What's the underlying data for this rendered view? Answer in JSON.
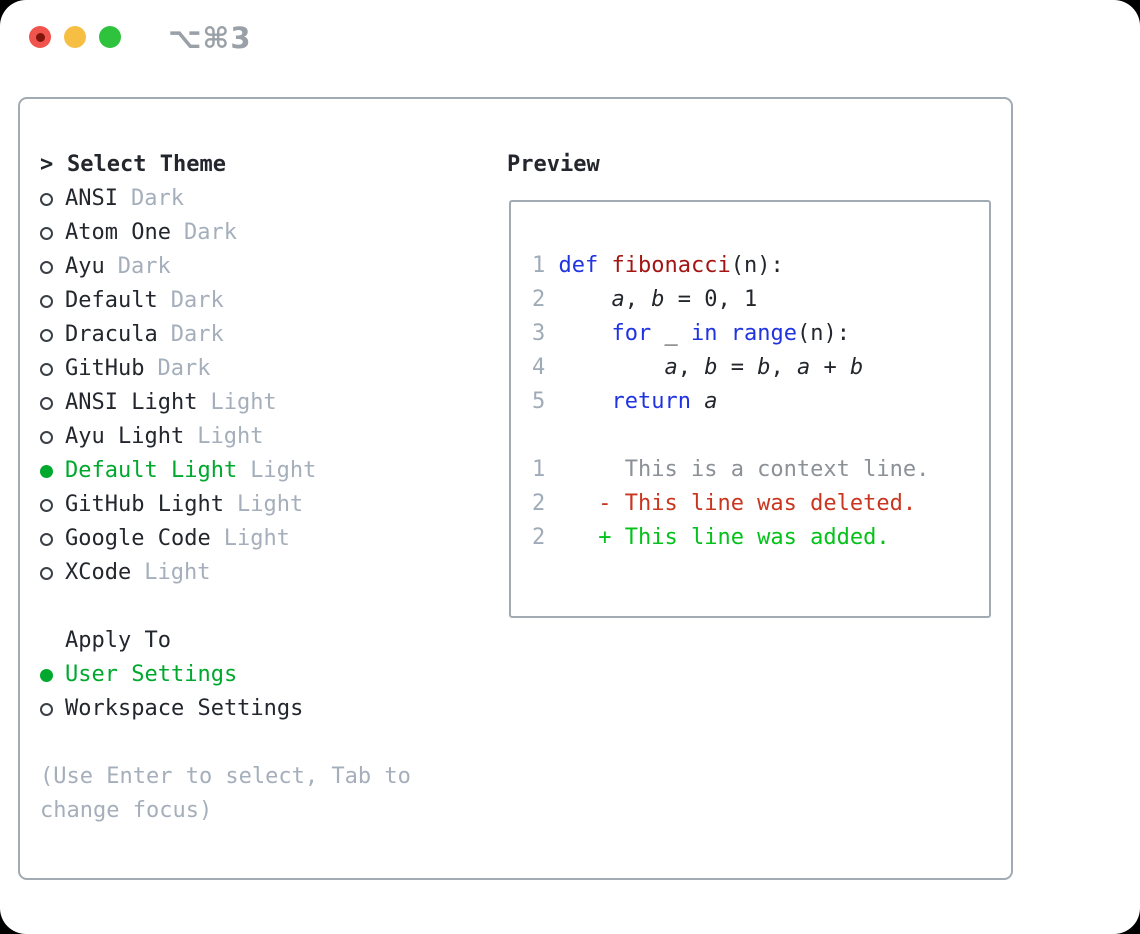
{
  "window": {
    "shortcut": "⌥⌘3"
  },
  "theme_picker": {
    "prompt": ">",
    "title": "Select Theme",
    "items": [
      {
        "label": "ANSI",
        "tag": "Dark",
        "selected": false
      },
      {
        "label": "Atom One",
        "tag": "Dark",
        "selected": false
      },
      {
        "label": "Ayu",
        "tag": "Dark",
        "selected": false
      },
      {
        "label": "Default",
        "tag": "Dark",
        "selected": false
      },
      {
        "label": "Dracula",
        "tag": "Dark",
        "selected": false
      },
      {
        "label": "GitHub",
        "tag": "Dark",
        "selected": false
      },
      {
        "label": "ANSI Light",
        "tag": "Light",
        "selected": false
      },
      {
        "label": "Ayu Light",
        "tag": "Light",
        "selected": false
      },
      {
        "label": "Default Light",
        "tag": "Light",
        "selected": true
      },
      {
        "label": "GitHub Light",
        "tag": "Light",
        "selected": false
      },
      {
        "label": "Google Code",
        "tag": "Light",
        "selected": false
      },
      {
        "label": "XCode",
        "tag": "Light",
        "selected": false
      }
    ]
  },
  "apply_to": {
    "title": "Apply To",
    "options": [
      {
        "label": "User Settings",
        "selected": true
      },
      {
        "label": "Workspace Settings",
        "selected": false
      }
    ]
  },
  "hint": "(Use Enter to select, Tab to change focus)",
  "preview": {
    "title": "Preview",
    "code_lines": [
      {
        "num": "1",
        "tokens": [
          {
            "t": "k",
            "s": "def"
          },
          {
            "t": "p",
            "s": " "
          },
          {
            "t": "f",
            "s": "fibonacci"
          },
          {
            "t": "p",
            "s": "(n):"
          }
        ]
      },
      {
        "num": "2",
        "tokens": [
          {
            "t": "p",
            "s": "    "
          },
          {
            "t": "v",
            "s": "a"
          },
          {
            "t": "p",
            "s": ", "
          },
          {
            "t": "v",
            "s": "b"
          },
          {
            "t": "p",
            "s": " = 0, 1"
          }
        ]
      },
      {
        "num": "3",
        "tokens": [
          {
            "t": "p",
            "s": "    "
          },
          {
            "t": "k",
            "s": "for"
          },
          {
            "t": "p",
            "s": " _ "
          },
          {
            "t": "k",
            "s": "in"
          },
          {
            "t": "p",
            "s": " "
          },
          {
            "t": "k",
            "s": "range"
          },
          {
            "t": "p",
            "s": "(n):"
          }
        ]
      },
      {
        "num": "4",
        "tokens": [
          {
            "t": "p",
            "s": "        "
          },
          {
            "t": "v",
            "s": "a"
          },
          {
            "t": "p",
            "s": ", "
          },
          {
            "t": "v",
            "s": "b"
          },
          {
            "t": "p",
            "s": " = "
          },
          {
            "t": "v",
            "s": "b"
          },
          {
            "t": "p",
            "s": ", "
          },
          {
            "t": "v",
            "s": "a"
          },
          {
            "t": "p",
            "s": " + "
          },
          {
            "t": "v",
            "s": "b"
          }
        ]
      },
      {
        "num": "5",
        "tokens": [
          {
            "t": "p",
            "s": "    "
          },
          {
            "t": "k",
            "s": "return"
          },
          {
            "t": "p",
            "s": " "
          },
          {
            "t": "v",
            "s": "a"
          }
        ]
      }
    ],
    "diff_lines": [
      {
        "num": "1",
        "marker": " ",
        "type": "context",
        "text": "This is a context line."
      },
      {
        "num": "2",
        "marker": "-",
        "type": "deleted",
        "text": "This line was deleted."
      },
      {
        "num": "2",
        "marker": "+",
        "type": "added",
        "text": "This line was added."
      }
    ]
  },
  "colors": {
    "text": "#23272d",
    "muted": "#a5afbb",
    "border": "#a2aab4",
    "line_number": "#a0abb8",
    "selection_green": "#00a92e",
    "added_green": "#05c21b",
    "deleted_red": "#c93620",
    "keyword_blue": "#2033e0",
    "function_red": "#a31512",
    "context_gray": "#8b9197"
  }
}
